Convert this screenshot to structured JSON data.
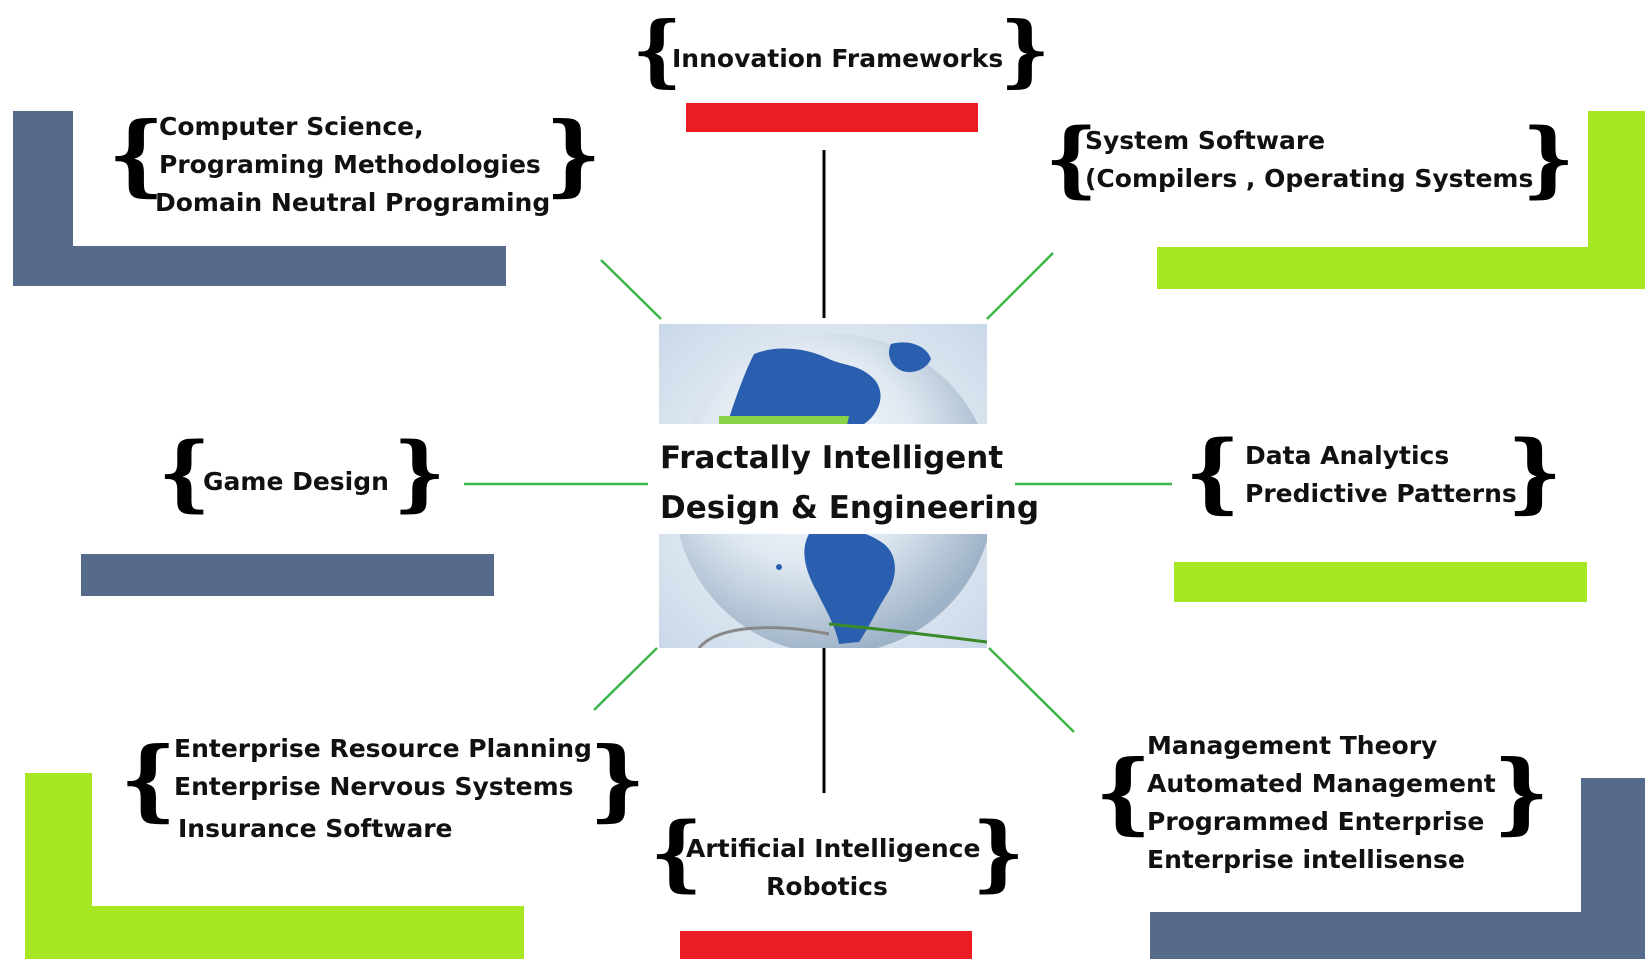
{
  "center": {
    "line1": "Fractally Intelligent",
    "line2": "Design & Engineering"
  },
  "nodes": {
    "top": {
      "lines": [
        "Innovation Frameworks"
      ]
    },
    "top_left": {
      "lines": [
        "Computer Science,",
        "Programing Methodologies",
        "Domain Neutral Programing"
      ]
    },
    "top_right": {
      "lines": [
        "System Software",
        "(Compilers , Operating Systems )"
      ]
    },
    "left": {
      "lines": [
        "Game Design"
      ]
    },
    "right": {
      "lines": [
        "Data Analytics",
        "Predictive Patterns"
      ]
    },
    "bottom_left": {
      "lines": [
        "Enterprise Resource Planning",
        "Enterprise Nervous Systems",
        "Insurance Software"
      ]
    },
    "bottom": {
      "lines": [
        "Artificial Intelligence",
        "Robotics"
      ]
    },
    "bottom_right": {
      "lines": [
        "Management Theory",
        "Automated Management",
        "Programmed Enterprise",
        "Enterprise intellisense"
      ]
    }
  },
  "colors": {
    "slate": "#566b8b",
    "lime": "#a6e622",
    "red": "#ec1c24",
    "connector_green": "#3cb54a",
    "connector_black": "#000000",
    "globe_ocean": "#2a5fb0",
    "globe_land": "#8ad14a"
  }
}
